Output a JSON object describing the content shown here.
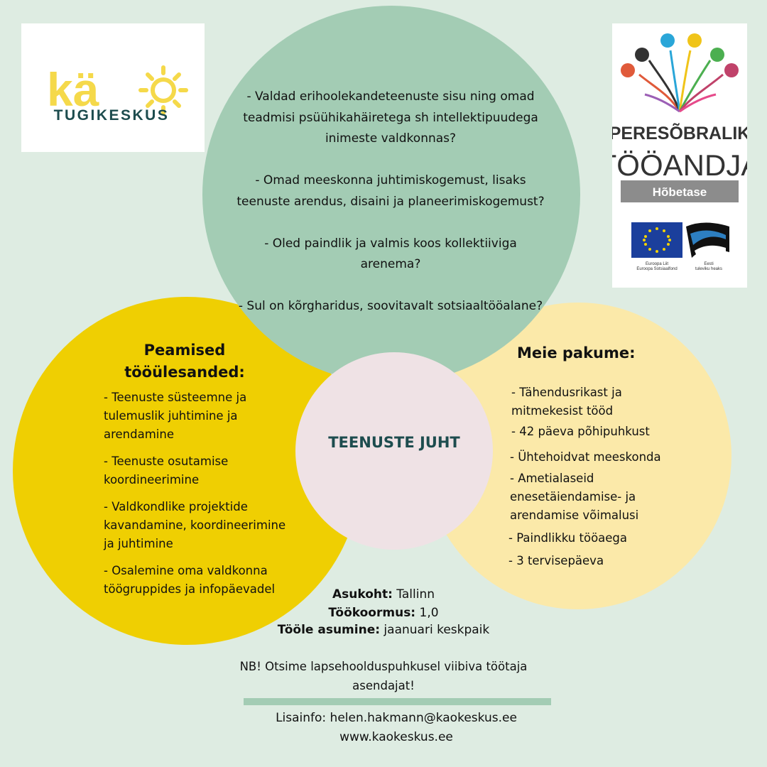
{
  "logos": {
    "left": {
      "mark": "kä",
      "name": "TUGIKESKUS"
    },
    "right": {
      "title_line1": "PERESÕBRALIK",
      "title_line2": "TÖÖANDJA",
      "level": "Hõbetase",
      "eu_caption1": "Euroopa Liit",
      "eu_caption2": "Euroopa Sotsiaalfond",
      "ee_caption1": "Eesti",
      "ee_caption2": "tuleviku heaks"
    }
  },
  "questions": [
    "- Valdad erihoolekandeteenuste sisu ning omad teadmisi psüühikahäiretega sh intellektipuudega inimeste valdkonnas?",
    "- Omad meeskonna juhtimiskogemust, lisaks teenuste arendus, disaini ja planeerimiskogemust?",
    "- Oled paindlik ja valmis koos kollektiiviga arenema?",
    "- Sul on kõrgharidus, soovitavalt sotsiaaltööalane?"
  ],
  "tasks": {
    "title_line1": "Peamised",
    "title_line2": "tööülesanded:",
    "items": [
      "- Teenuste süsteemne ja tulemuslik juhtimine ja arendamine",
      "- Teenuste osutamise koordineerimine",
      "- Valdkondlike projektide kavandamine, koordineerimine ja juhtimine",
      "- Osalemine oma valdkonna töögruppides ja infopäevadel"
    ]
  },
  "center_title": "TEENUSTE JUHT",
  "offer": {
    "title": "Meie pakume:",
    "items": [
      "- Tähendusrikast ja mitmekesist tööd",
      "- 42 päeva põhipuhkust",
      "- Ühtehoidvat meeskonda",
      "- Ametialaseid enesetäiendamise- ja arendamise võimalusi",
      "- Paindlikku tööaega",
      "- 3 tervisepäeva"
    ]
  },
  "details": {
    "location_label": "Asukoht:",
    "location_value": " Tallinn",
    "load_label": "Töökoormus:",
    "load_value": " 1,0",
    "start_label": "Tööle asumine:",
    "start_value": " jaanuari keskpaik"
  },
  "note": "NB! Otsime lapsehoolduspuhkusel viibiva töötaja asendajat!",
  "contact": {
    "info": "Lisainfo: helen.hakmann@kaokeskus.ee",
    "website": "www.kaokeskus.ee"
  },
  "colors": {
    "background": "#deece2",
    "green_circle": "#a3ccb4",
    "yellow_circle": "#efcf02",
    "cream_circle": "#fbe9a9",
    "pink_circle": "#efe2e5",
    "title_teal": "#1d4c4e",
    "logo_yellow": "#f5d94a",
    "logo_teal": "#1d4c4e"
  }
}
